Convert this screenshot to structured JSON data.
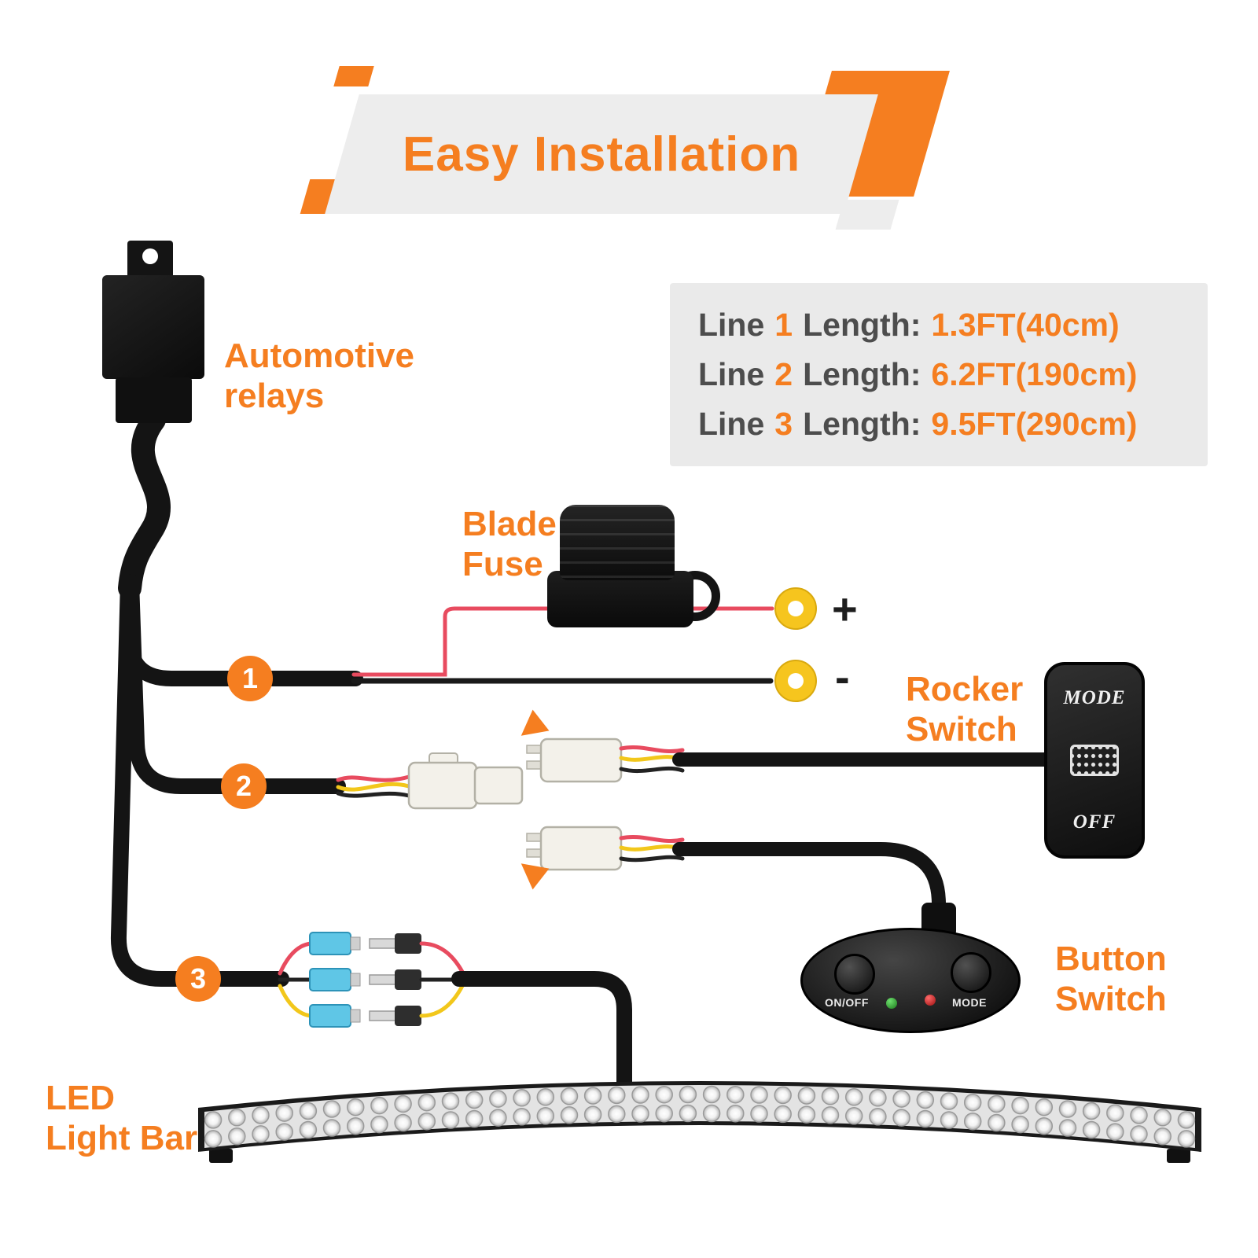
{
  "banner": {
    "title": "Easy Installation"
  },
  "info_box": {
    "lines": [
      {
        "prefix": "Line",
        "number": "1",
        "mid": "Length:",
        "value": "1.3FT(40cm)"
      },
      {
        "prefix": "Line",
        "number": "2",
        "mid": "Length:",
        "value": "6.2FT(190cm)"
      },
      {
        "prefix": "Line",
        "number": "3",
        "mid": "Length:",
        "value": "9.5FT(290cm)"
      }
    ]
  },
  "labels": {
    "relay_line1": "Automotive",
    "relay_line2": "relays",
    "fuse_line1": "Blade",
    "fuse_line2": "Fuse",
    "rocker_line1": "Rocker",
    "rocker_line2": "Switch",
    "button_line1": "Button",
    "button_line2": "Switch",
    "lightbar_line1": "LED",
    "lightbar_line2": "Light Bar"
  },
  "badges": {
    "line1": "1",
    "line2": "2",
    "line3": "3"
  },
  "terminals": {
    "positive": "+",
    "negative": "-"
  },
  "rocker_switch": {
    "top": "MODE",
    "bottom": "OFF"
  },
  "button_switch": {
    "left": "ON/OFF",
    "right": "MODE"
  },
  "icons": {
    "led_bar_icon": "led-grid",
    "ring_terminal_icon": "ring-terminal"
  },
  "colors": {
    "accent": "#F57E20",
    "banner_gray": "#EDEDED",
    "info_text": "#4D4D4D",
    "wire_black": "#141414",
    "wire_red": "#E84B5F",
    "wire_yellow": "#F2C71B",
    "ring_yellow": "#F6C51E",
    "connector_white": "#F3F1EA",
    "spade_blue": "#5FC6E6",
    "led_green": "#2FA832",
    "led_red": "#D42020"
  }
}
